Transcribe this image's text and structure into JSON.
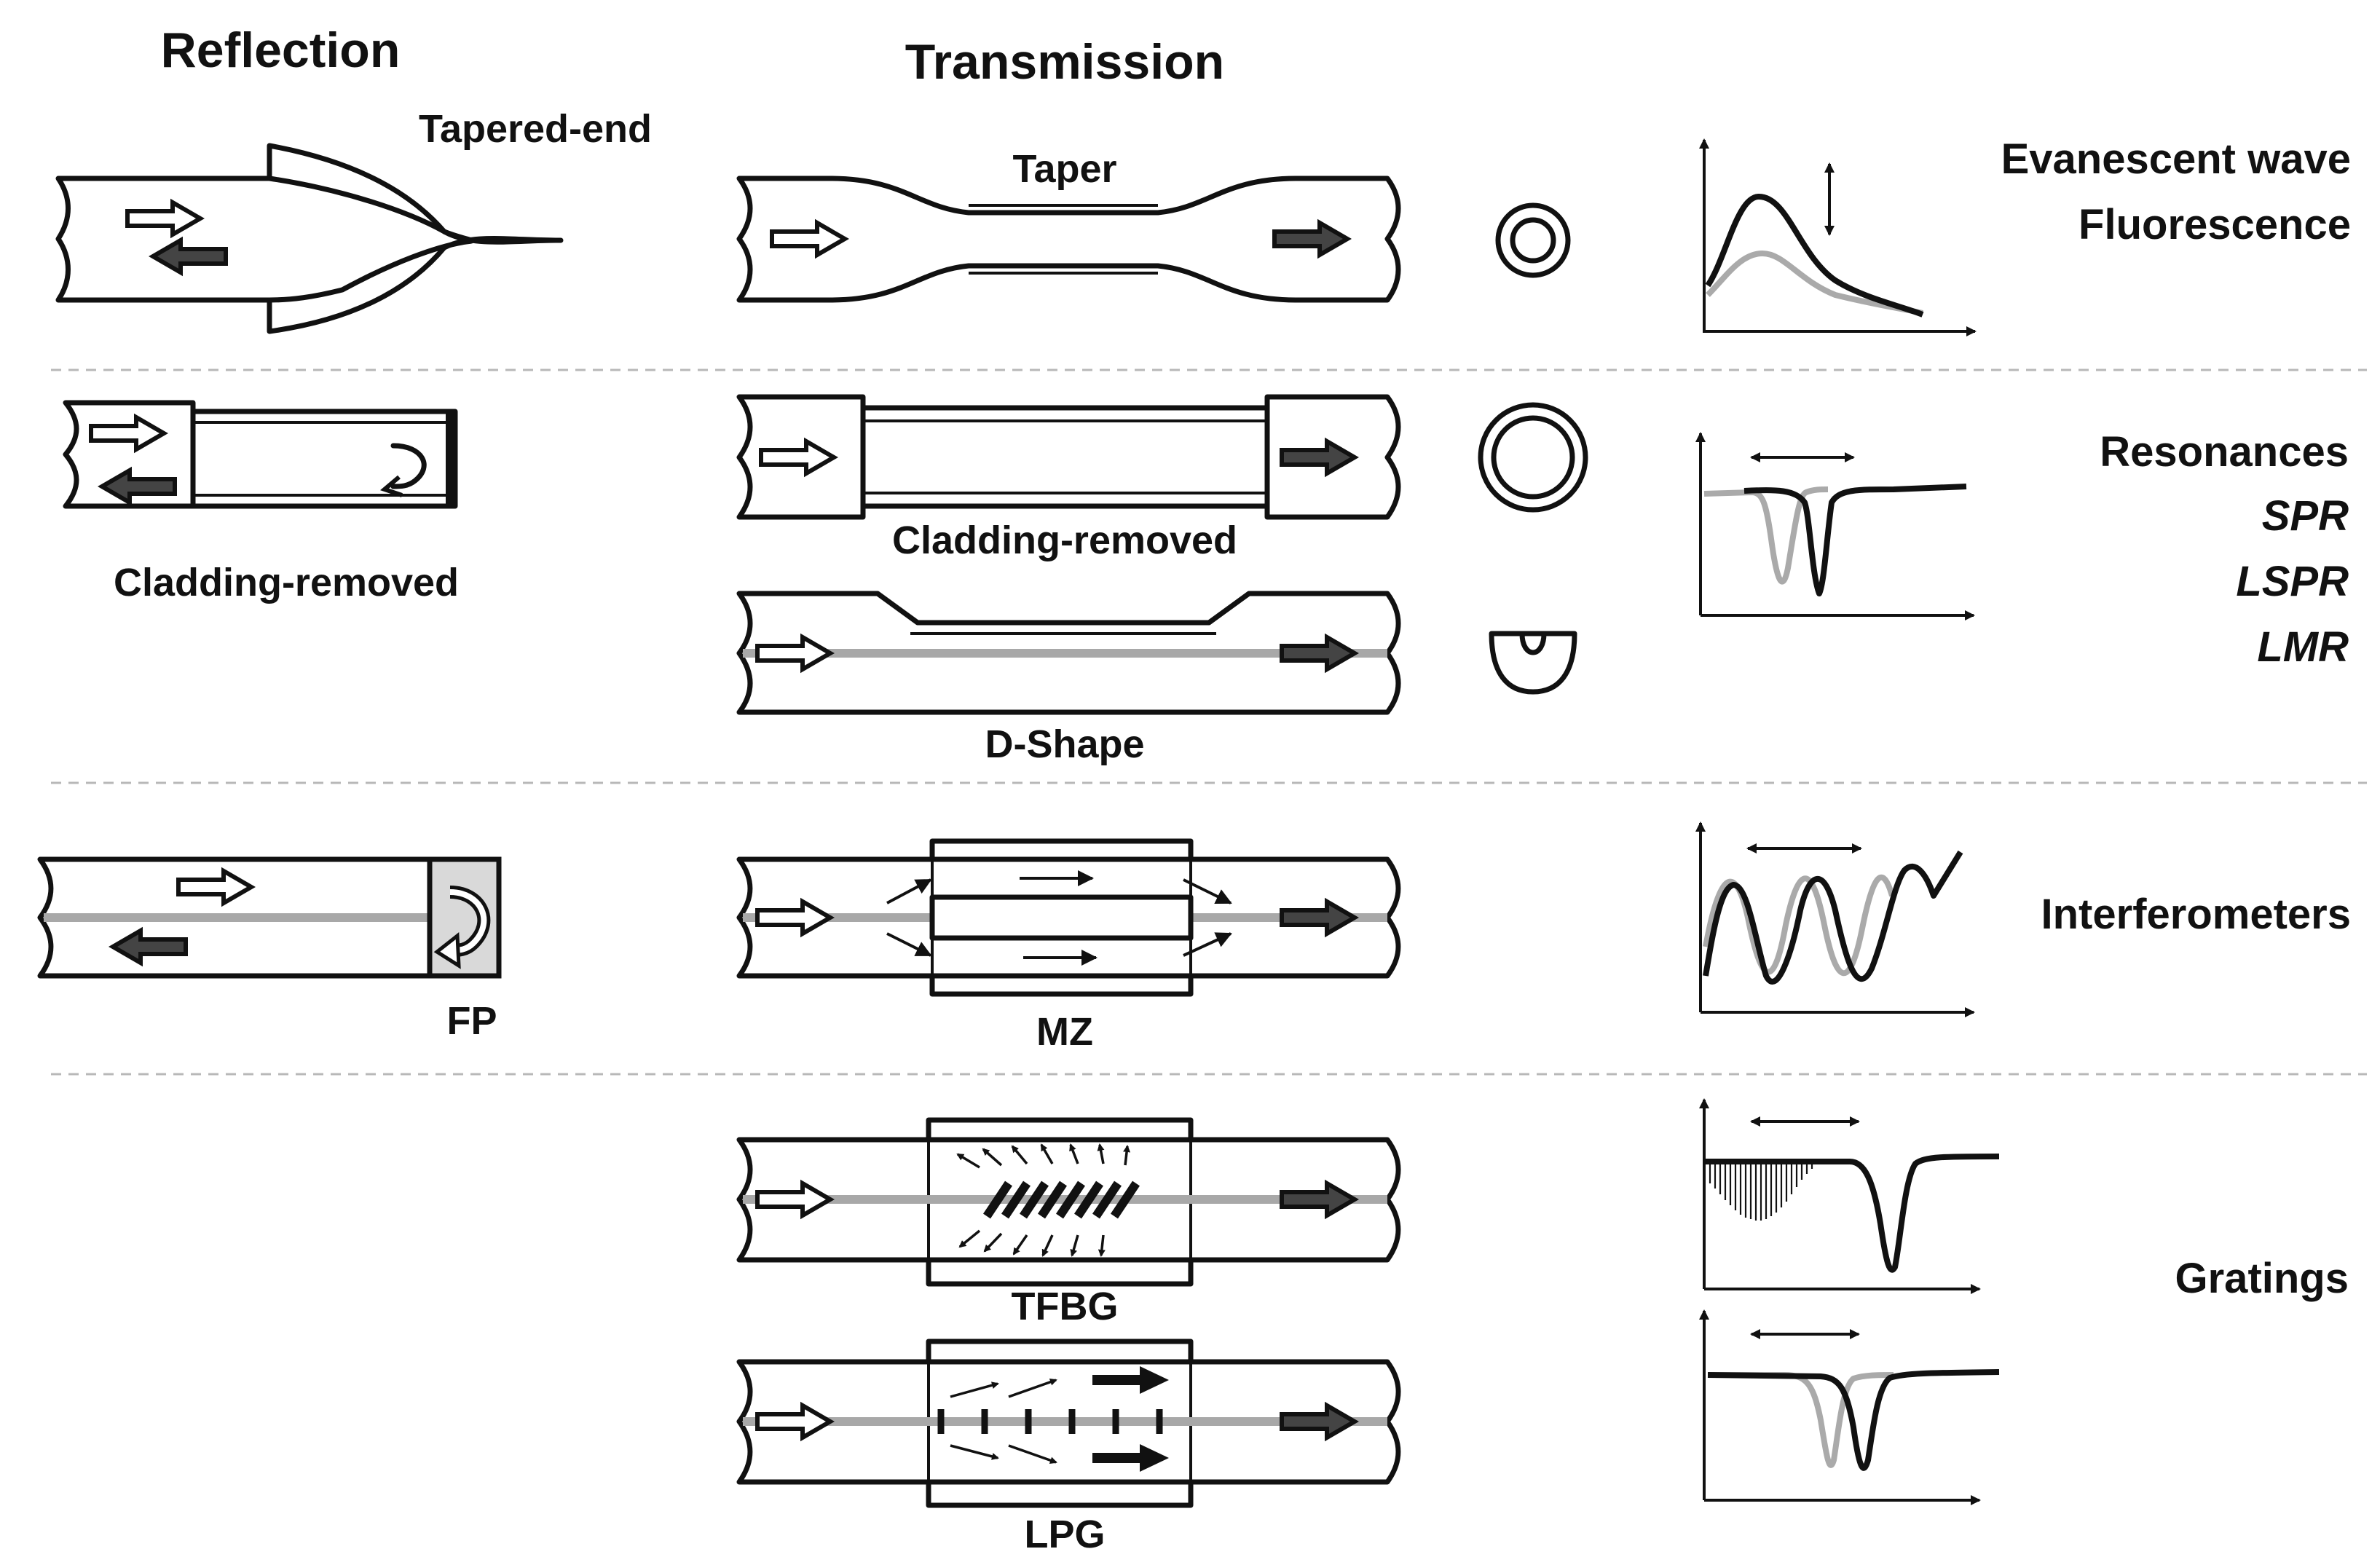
{
  "headers": {
    "reflection": "Reflection",
    "transmission": "Transmission"
  },
  "labels": {
    "tapered_end": "Tapered-end",
    "taper": "Taper",
    "cladding_removed_reflection": "Cladding-removed",
    "cladding_removed_transmission": "Cladding-removed",
    "d_shape": "D-Shape",
    "fp": "FP",
    "mz": "MZ",
    "tfbg": "TFBG",
    "lpg": "LPG"
  },
  "categories": {
    "evanescent": [
      "Evanescent wave",
      "Fluorescence"
    ],
    "resonances": "Resonances",
    "resonance_types": [
      "SPR",
      "LSPR",
      "LMR"
    ],
    "interferometers": "Interferometers",
    "gratings": "Gratings"
  },
  "colors": {
    "stroke": "#111111",
    "core_gray": "#a8a8a8",
    "spectrum_gray": "#aaaaaa",
    "mirror_fill": "#d9d9d9",
    "separator": "#b8b8b8"
  }
}
